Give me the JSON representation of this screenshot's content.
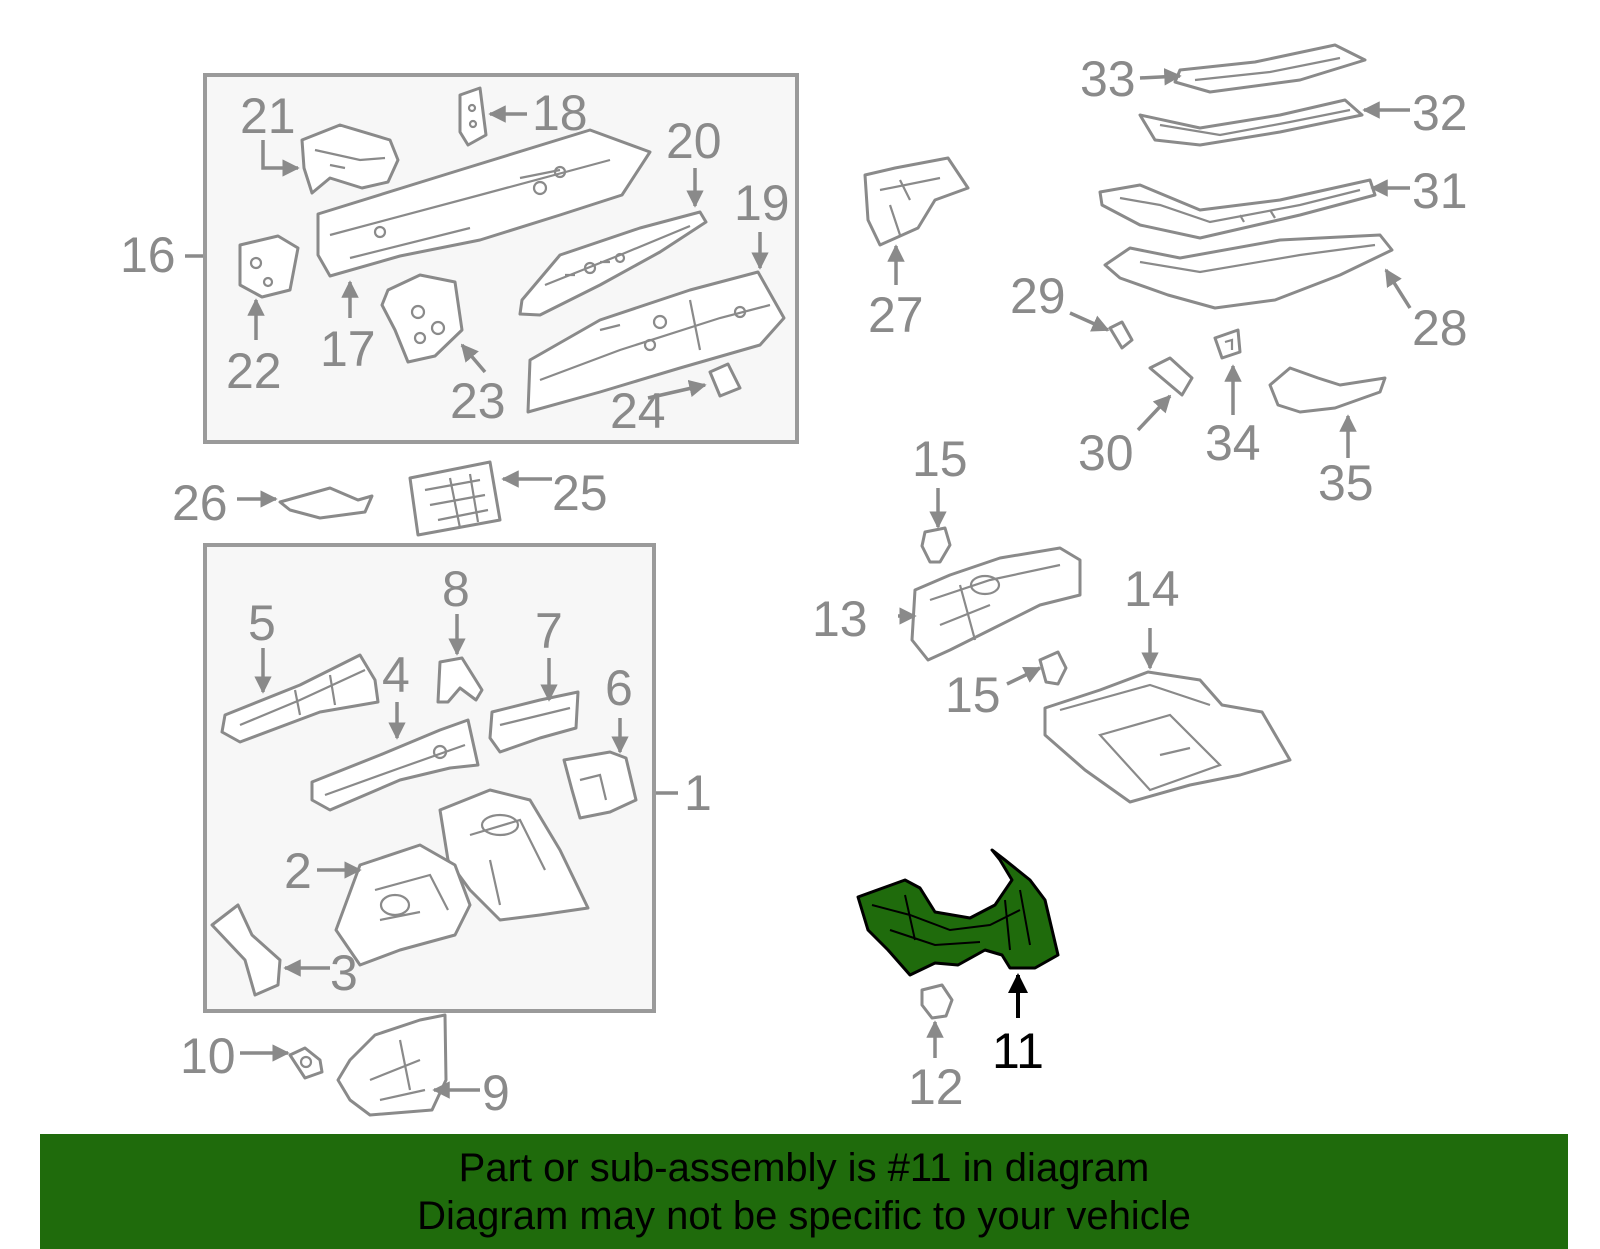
{
  "diagram": {
    "highlight_color": "#1f6b0c",
    "line_color": "#8a8a8a",
    "callouts": {
      "c1": "1",
      "c2": "2",
      "c3": "3",
      "c4": "4",
      "c5": "5",
      "c6": "6",
      "c7": "7",
      "c8": "8",
      "c9": "9",
      "c10": "10",
      "c11": "11",
      "c12": "12",
      "c13": "13",
      "c14": "14",
      "c15a": "15",
      "c15b": "15",
      "c16": "16",
      "c17": "17",
      "c18": "18",
      "c19": "19",
      "c20": "20",
      "c21": "21",
      "c22": "22",
      "c23": "23",
      "c24": "24",
      "c25": "25",
      "c26": "26",
      "c27": "27",
      "c28": "28",
      "c29": "29",
      "c30": "30",
      "c31": "31",
      "c32": "32",
      "c33": "33",
      "c34": "34",
      "c35": "35"
    }
  },
  "banner": {
    "background": "#1f6b0c",
    "line1": "Part or sub-assembly is #11 in diagram",
    "line2": "Diagram may not be specific to your vehicle"
  }
}
